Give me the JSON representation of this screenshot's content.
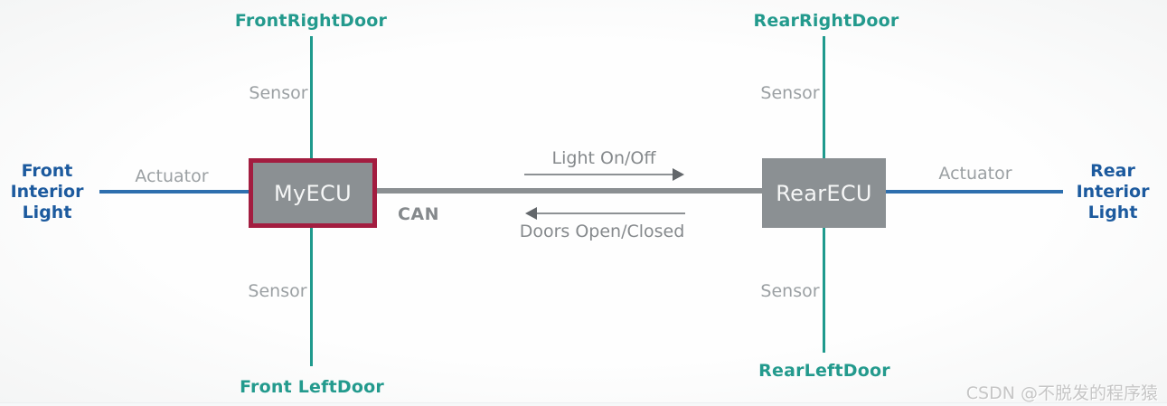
{
  "colors": {
    "teal_text": "#239a8d",
    "teal_line": "#1f9a8d",
    "blue_text": "#1c5a9e",
    "blue_line": "#2e6fae",
    "box_gray": "#8b9093",
    "bus_gray": "#8b8f92",
    "soft_gray": "#9ba0a3",
    "mid_gray": "#85898c",
    "arrow_gray": "#8d9194",
    "arrowhead_gray": "#63676b",
    "crimson": "#a31d40",
    "ecu_text": "#f5f6f6",
    "watermark_gray": "#c6c6c6"
  },
  "nodes": {
    "front_right_door": "FrontRightDoor",
    "rear_right_door": "RearRightDoor",
    "front_left_door": "Front LeftDoor",
    "rear_left_door": "RearLeftDoor",
    "my_ecu": "MyECU",
    "rear_ecu": "RearECU",
    "front_interior_light": [
      "Front",
      "Interior",
      "Light"
    ],
    "rear_interior_light": [
      "Rear",
      "Interior",
      "Light"
    ]
  },
  "labels": {
    "sensor": "Sensor",
    "actuator": "Actuator",
    "bus": "CAN",
    "msg_to_rear": "Light On/Off",
    "msg_to_front": "Doors Open/Closed"
  },
  "watermark": "CSDN @不脱发的程序猿"
}
